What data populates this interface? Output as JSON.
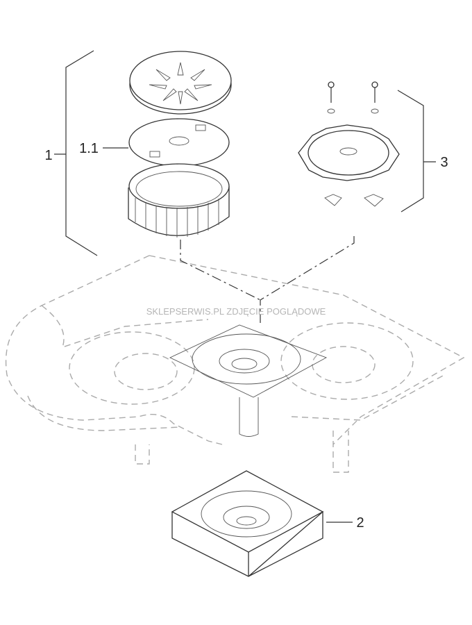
{
  "labels": {
    "assembly": "1",
    "sub_part": "1.1",
    "base_body": "2",
    "mounting_set": "3"
  },
  "watermark": "SKLEPSERWIS.PL ZDJĘCIE POGLĄDOWE"
}
